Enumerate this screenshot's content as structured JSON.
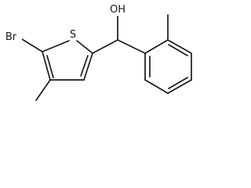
{
  "molecule": {
    "atoms": {
      "sulfur": "S",
      "bromine": "Br",
      "hydroxyl": "OH"
    },
    "colors": {
      "bond": "#1a1a1a",
      "background": "#ffffff"
    }
  }
}
